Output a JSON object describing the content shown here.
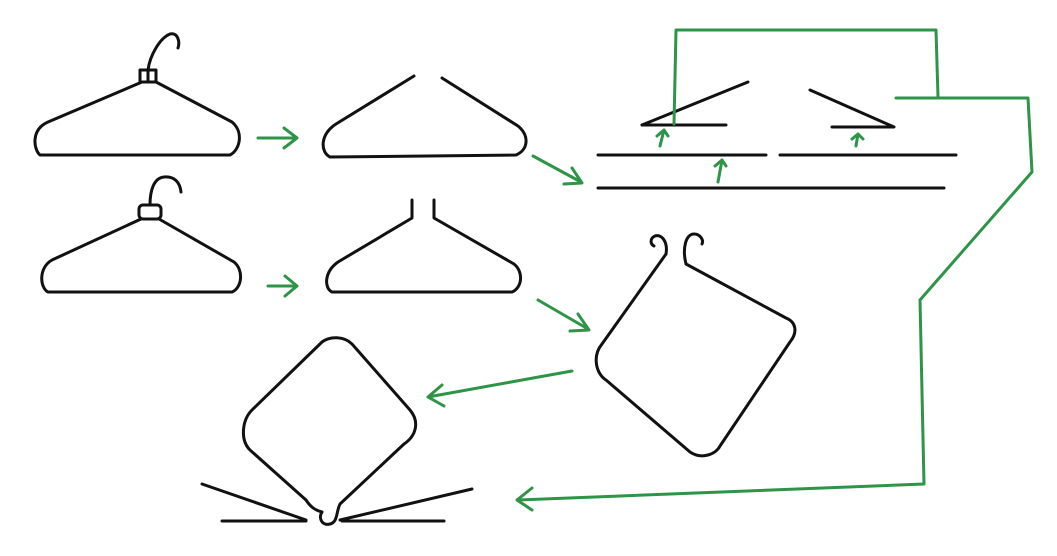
{
  "colors": {
    "ink": "#111111",
    "arrow": "#2e9448",
    "background": "#ffffff"
  },
  "figures": [
    {
      "id": "hanger-top",
      "description_name": "hanger-with-hook-twisted"
    },
    {
      "id": "hanger-bottom",
      "description_name": "hanger-with-hook-capped"
    },
    {
      "id": "hanger-top-cut",
      "description_name": "hanger-top-hook-removed"
    },
    {
      "id": "hanger-bottom-cut",
      "description_name": "hanger-bottom-hook-straightened"
    },
    {
      "id": "wire-pieces",
      "description_name": "cut-wire-pieces"
    },
    {
      "id": "diamond-hooks",
      "description_name": "diamond-with-hooks"
    },
    {
      "id": "diamond-feet",
      "description_name": "diamond-with-legs"
    }
  ]
}
